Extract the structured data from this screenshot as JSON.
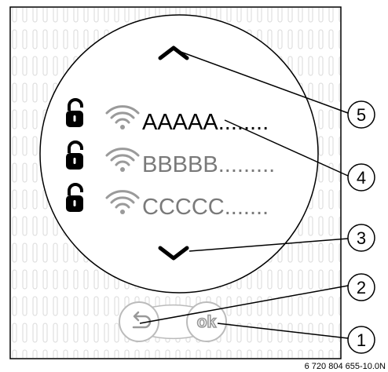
{
  "networks": [
    {
      "name": "AAAAA........",
      "selected": true
    },
    {
      "name": "BBBBB.........",
      "selected": false
    },
    {
      "name": "CCCCC.......",
      "selected": false
    }
  ],
  "buttons": {
    "back_icon": "back-arrow-icon",
    "ok_label": "ok"
  },
  "callouts": [
    "5",
    "4",
    "3",
    "2",
    "1"
  ],
  "figure_id": "6 720 804 655-10.0N",
  "colors": {
    "selected_text": "#000000",
    "unselected_text": "#7a7a7a",
    "wifi_icon": "#9a9a9a",
    "lock_icon": "#000000"
  }
}
